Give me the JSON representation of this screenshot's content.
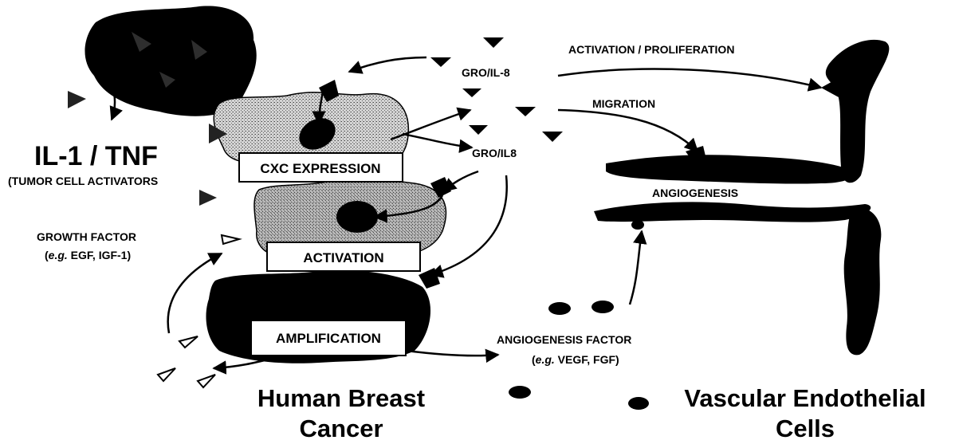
{
  "labels": {
    "il1_tnf": "IL-1 / TNF",
    "tumor_cell_activators": "(TUMOR CELL ACTIVATORS",
    "growth_factor": "GROWTH FACTOR",
    "growth_factor_eg_italic": "e.g.",
    "growth_factor_eg_rest": " EGF, IGF-1)",
    "cxc_expression": "CXC  EXPRESSION",
    "activation": "ACTIVATION",
    "amplification": "AMPLIFICATION",
    "gro_il8_top": "GRO/IL-8",
    "gro_il8_mid": "GRO/IL8",
    "activation_proliferation": "ACTIVATION / PROLIFERATION",
    "migration": "MIGRATION",
    "angiogenesis": "ANGIOGENESIS",
    "angiogenesis_factor": "ANGIOGENESIS FACTOR",
    "angiogenesis_factor_eg_italic": "e.g.",
    "angiogenesis_factor_eg_rest": " VEGF, FGF)",
    "human_breast": "Human Breast",
    "cancer": "Cancer",
    "vascular_endothelial": "Vascular Endothelial",
    "cells": "Cells"
  },
  "colors": {
    "ink": "#000000",
    "stipple_light": "#c8c8c8",
    "stipple_mid": "#a8a8a8",
    "label_box_fill": "#ffffff"
  }
}
